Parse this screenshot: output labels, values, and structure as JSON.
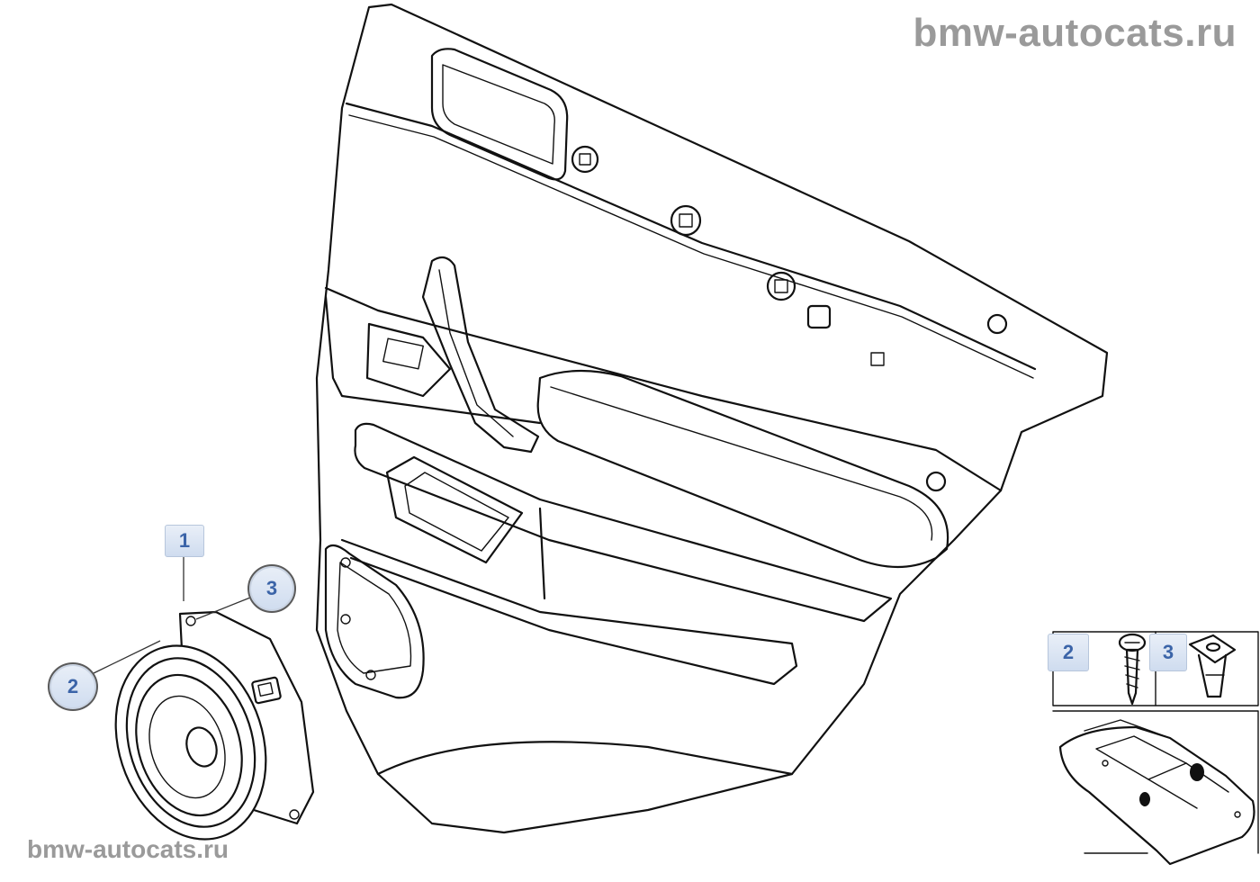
{
  "watermarks": {
    "top": "bmw-autocats.ru",
    "bottom": "bmw-autocats.ru"
  },
  "callouts": {
    "speaker": "1",
    "screw": "2",
    "nut": "3"
  },
  "key_panel": {
    "screw_label": "2",
    "nut_label": "3"
  },
  "colors": {
    "watermark": "#9a9a9a",
    "callout_text": "#3b64a8",
    "callout_fill": "#dfe7f3",
    "line": "#111111"
  }
}
